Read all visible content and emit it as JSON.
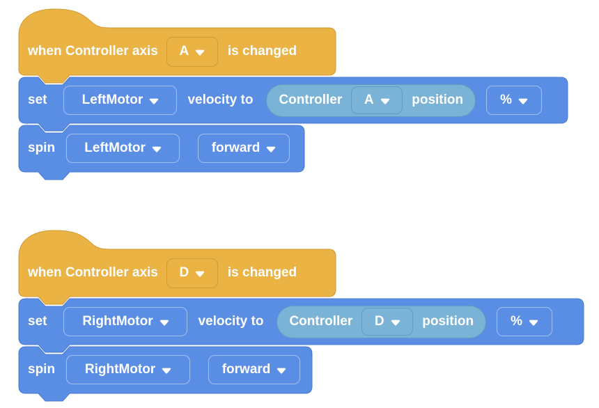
{
  "colors": {
    "event_yellow": "#EAB343",
    "event_yellow_edge": "#D09A36",
    "motion_blue": "#5A8DE4",
    "motion_blue_edge": "#4679CE",
    "sensing_teal": "#7BB3D6",
    "sensing_teal_edge": "#5E9CC2",
    "text_white": "#FFFFFF"
  },
  "stacks": [
    {
      "hat": {
        "prefix": "when Controller axis",
        "axis": "A",
        "suffix": "is changed"
      },
      "set": {
        "label": "set",
        "motor": "LeftMotor",
        "connector": "velocity to",
        "reporter": {
          "device": "Controller",
          "axis": "A",
          "property": "position"
        },
        "unit": "%"
      },
      "spin": {
        "label": "spin",
        "motor": "LeftMotor",
        "direction": "forward"
      }
    },
    {
      "hat": {
        "prefix": "when Controller axis",
        "axis": "D",
        "suffix": "is changed"
      },
      "set": {
        "label": "set",
        "motor": "RightMotor",
        "connector": "velocity to",
        "reporter": {
          "device": "Controller",
          "axis": "D",
          "property": "position"
        },
        "unit": "%"
      },
      "spin": {
        "label": "spin",
        "motor": "RightMotor",
        "direction": "forward"
      }
    }
  ]
}
